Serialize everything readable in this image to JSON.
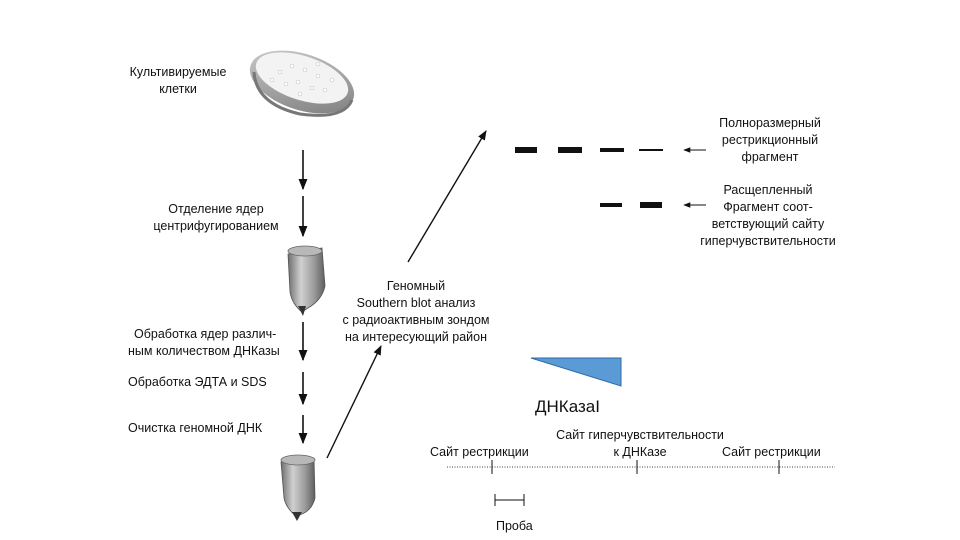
{
  "labels": {
    "cells_1": "Культивируемые",
    "cells_2": "клетки",
    "nuclei_1": "Отделение ядер",
    "nuclei_2": "центрифугированием",
    "dnase_treat_1": "Обработка ядер различ-",
    "dnase_treat_2": "ным количеством ДНКазы",
    "edta": "Обработка ЭДТА и SDS",
    "purify": "Очистка геномной ДНК",
    "southern_1": "Геномный",
    "southern_2": "Southern blot анализ",
    "southern_3": "с радиоактивным зондом",
    "southern_4": "на интересующий район",
    "full_1": "Полноразмерный",
    "full_2": "рестрикционный",
    "full_3": "фрагмент",
    "cleaved_1": "Расщепленный",
    "cleaved_2": "Фрагмент  соот-",
    "cleaved_3": "ветствующий сайту",
    "cleaved_4": "гиперчувствительности",
    "dnase_title": "ДНКазаI",
    "hs_site_1": "Сайт гиперчувствительности",
    "hs_site_2": "к ДНКазе",
    "restriction_left": "Сайт рестрикции",
    "restriction_right": "Сайт рестрикции",
    "probe": "Проба"
  },
  "colors": {
    "wedge": "#5b9bd5",
    "line": "#111111",
    "tube": "#9a9a9a"
  }
}
